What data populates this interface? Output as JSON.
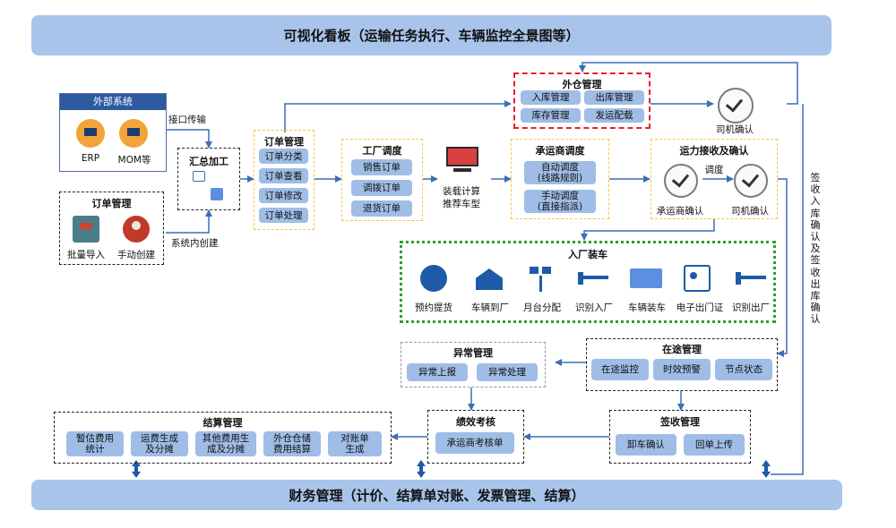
{
  "top_banner": "可视化看板（运输任务执行、车辆监控全景图等）",
  "bottom_banner": "财务管理（计价、结算单对账、发票管理、结算）",
  "external": {
    "title": "外部系统",
    "erp": "ERP",
    "mom": "MOM等"
  },
  "order_source": {
    "title": "订单管理",
    "batch": "批量导入",
    "manual": "手动创建"
  },
  "edge_labels": {
    "interface": "接口传输",
    "internal": "系统内创建",
    "dispatch": "调度",
    "vertical": "签收入库确认及签收出库确认"
  },
  "aggregate": {
    "title": "汇总加工"
  },
  "order_mgmt": {
    "title": "订单管理",
    "items": [
      "订单分类",
      "订单查看",
      "订单修改",
      "订单处理"
    ]
  },
  "factory": {
    "title": "工厂调度",
    "items": [
      "销售订单",
      "调拨订单",
      "退货订单"
    ]
  },
  "calc": {
    "label1": "装载计算",
    "label2": "推荐车型"
  },
  "outer_wh": {
    "title": "外仓管理",
    "items": [
      "入库管理",
      "出库管理",
      "库存管理",
      "发运配载"
    ]
  },
  "driver_confirm_top": "司机确认",
  "carrier_dispatch": {
    "title": "承运商调度",
    "items": [
      "自动调度\n(线路规则)",
      "手动调度\n(直接指派)"
    ]
  },
  "capacity": {
    "title": "运力接收及确认",
    "carrier": "承运商确认",
    "driver": "司机确认"
  },
  "inbound": {
    "title": "入厂装车",
    "items": [
      "预约提货",
      "车辆到厂",
      "月台分配",
      "识别入厂",
      "车辆装车",
      "电子出门证",
      "识别出厂"
    ]
  },
  "exception": {
    "title": "异常管理",
    "items": [
      "异常上报",
      "异常处理"
    ]
  },
  "transit": {
    "title": "在途管理",
    "items": [
      "在途监控",
      "时效预警",
      "节点状态"
    ]
  },
  "performance": {
    "title": "绩效考核",
    "items": [
      "承运商考核单"
    ]
  },
  "sign": {
    "title": "签收管理",
    "items": [
      "卸车确认",
      "回单上传"
    ]
  },
  "settlement": {
    "title": "结算管理",
    "items": [
      "暂估费用\n统计",
      "运费生成\n及分摊",
      "其他费用生\n成及分摊",
      "外仓仓储\n费用结算",
      "对账单\n生成"
    ]
  },
  "colors": {
    "banner": "#a8c4ea",
    "button": "#9fbde6",
    "arrow": "#3a6fb5",
    "red": "#e8202a",
    "green": "#2ca02c",
    "orange": "#f5c542"
  }
}
